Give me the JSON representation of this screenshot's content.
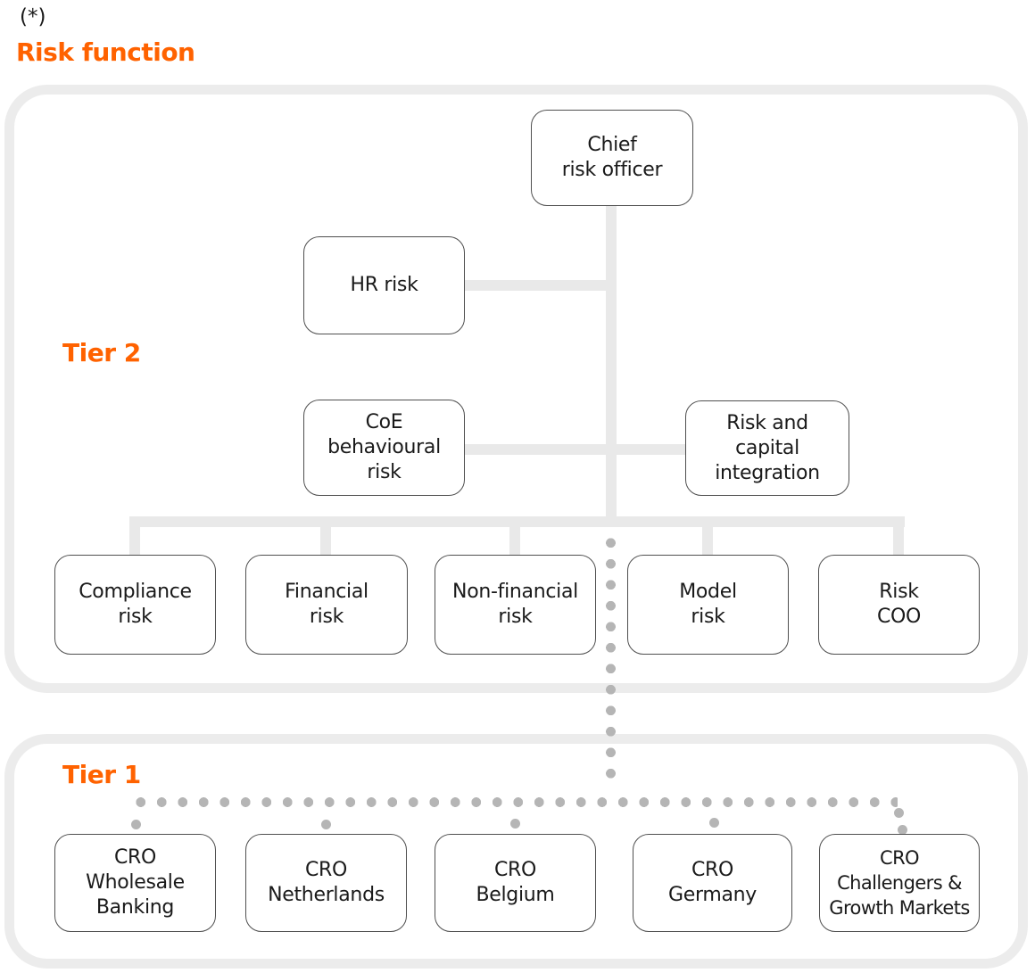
{
  "colors": {
    "accent": "#FF6200",
    "panel-border": "#ECECEC",
    "connector": "#E9E9E9",
    "dot": "#B5B5B5",
    "node-border": "#4F4F4F",
    "text": "#1A1A1A"
  },
  "header": {
    "note_marker": "(*)",
    "title": "Risk function"
  },
  "tier2": {
    "label": "Tier 2",
    "nodes": {
      "chief_risk_officer": "Chief\nrisk officer",
      "hr_risk": "HR risk",
      "coe_behavioural_risk": "CoE\nbehavioural\nrisk",
      "risk_and_capital_integration": "Risk and\ncapital\nintegration",
      "compliance_risk": "Compliance\nrisk",
      "financial_risk": "Financial\nrisk",
      "non_financial_risk": "Non-financial\nrisk",
      "model_risk": "Model\nrisk",
      "risk_coo": "Risk\nCOO"
    }
  },
  "tier1": {
    "label": "Tier 1",
    "nodes": {
      "cro_wholesale_banking": "CRO\nWholesale\nBanking",
      "cro_netherlands": "CRO\nNetherlands",
      "cro_belgium": "CRO\nBelgium",
      "cro_germany": "CRO\nGermany",
      "cro_challengers_growth_markets": "CRO\nChallengers &\nGrowth Markets"
    }
  }
}
